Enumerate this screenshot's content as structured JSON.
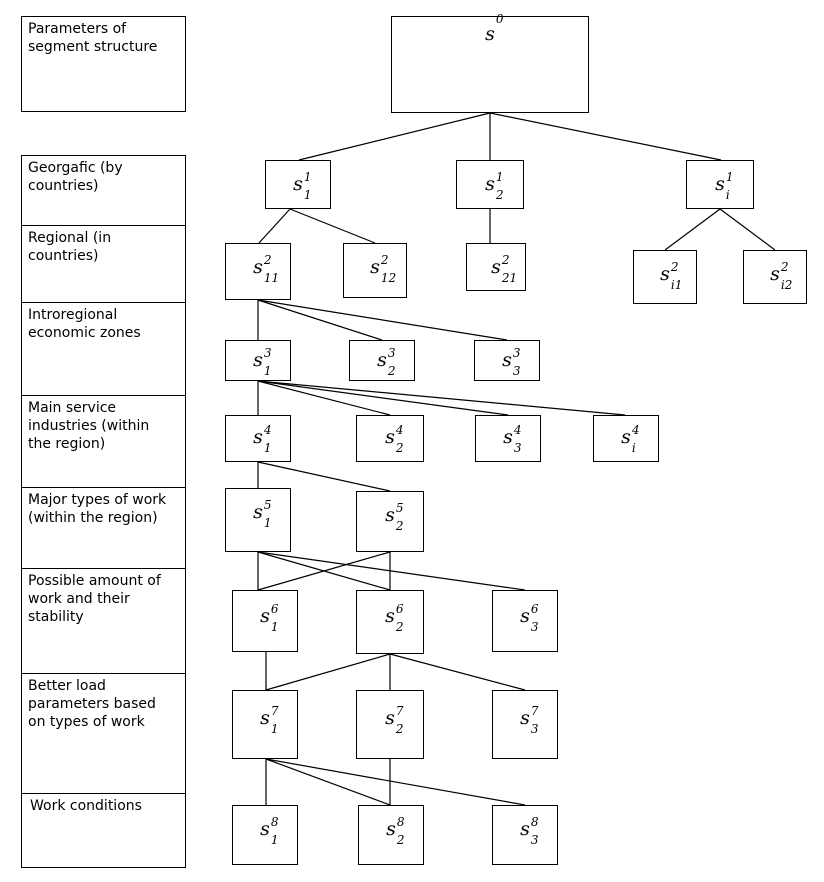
{
  "levels": [
    {
      "label": "Parameters of segment structure"
    },
    {
      "label": "Georgafic (by countries)"
    },
    {
      "label": "Regional (in countries)"
    },
    {
      "label": "Introregional economic zones"
    },
    {
      "label": "Main service industries (within the region)"
    },
    {
      "label": "Major types of work (within the region)"
    },
    {
      "label": "Possible amount of work and their stability"
    },
    {
      "label": "Better load parameters based on types of work"
    },
    {
      "label": "Work conditions"
    }
  ],
  "nodes": [
    {
      "base": "s",
      "sup": "0",
      "sub": ""
    },
    {
      "base": "s",
      "sup": "1",
      "sub": "1"
    },
    {
      "base": "s",
      "sup": "1",
      "sub": "2"
    },
    {
      "base": "s",
      "sup": "1",
      "sub": "i"
    },
    {
      "base": "s",
      "sup": "2",
      "sub": "11"
    },
    {
      "base": "s",
      "sup": "2",
      "sub": "12"
    },
    {
      "base": "s",
      "sup": "2",
      "sub": "21"
    },
    {
      "base": "s",
      "sup": "2",
      "sub": "i1"
    },
    {
      "base": "s",
      "sup": "2",
      "sub": "i2"
    },
    {
      "base": "s",
      "sup": "3",
      "sub": "1"
    },
    {
      "base": "s",
      "sup": "3",
      "sub": "2"
    },
    {
      "base": "s",
      "sup": "3",
      "sub": "3"
    },
    {
      "base": "s",
      "sup": "4",
      "sub": "1"
    },
    {
      "base": "s",
      "sup": "4",
      "sub": "2"
    },
    {
      "base": "s",
      "sup": "4",
      "sub": "3"
    },
    {
      "base": "s",
      "sup": "4",
      "sub": "i"
    },
    {
      "base": "s",
      "sup": "5",
      "sub": "1"
    },
    {
      "base": "s",
      "sup": "5",
      "sub": "2"
    },
    {
      "base": "s",
      "sup": "6",
      "sub": "1"
    },
    {
      "base": "s",
      "sup": "6",
      "sub": "2"
    },
    {
      "base": "s",
      "sup": "6",
      "sub": "3"
    },
    {
      "base": "s",
      "sup": "7",
      "sub": "1"
    },
    {
      "base": "s",
      "sup": "7",
      "sub": "2"
    },
    {
      "base": "s",
      "sup": "7",
      "sub": "3"
    },
    {
      "base": "s",
      "sup": "8",
      "sub": "1"
    },
    {
      "base": "s",
      "sup": "8",
      "sub": "2"
    },
    {
      "base": "s",
      "sup": "8",
      "sub": "3"
    }
  ]
}
